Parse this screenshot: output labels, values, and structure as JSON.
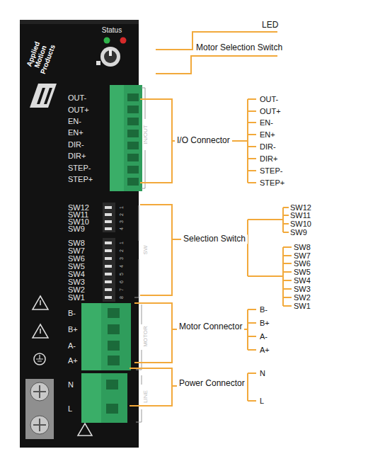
{
  "diagram": {
    "labels": [
      "Status",
      "Applied Motion Products",
      "OUT-",
      "OUT+",
      "EN-",
      "EN+",
      "DIR-",
      "DIR+",
      "STEP-",
      "STEP+",
      "IN/OUT",
      "SW12",
      "SW11",
      "SW10",
      "SW9",
      "1",
      "2",
      "3",
      "4",
      "SW8",
      "SW7",
      "SW6",
      "SW5",
      "SW4",
      "SW3",
      "SW2",
      "SW1",
      "1",
      "2",
      "3",
      "4",
      "5",
      "6",
      "7",
      "8",
      "SW",
      "B-",
      "B+",
      "A-",
      "A+",
      "MOTOR",
      "N",
      "L",
      "LINE",
      "LED",
      "Motor Selection Switch",
      "I/O Connector",
      "OUT-",
      "OUT+",
      "EN-",
      "EN+",
      "DIR-",
      "DIR+",
      "STEP-",
      "STEP+",
      "Selection Switch",
      "SW12",
      "SW11",
      "SW10",
      "SW9",
      "SW8",
      "SW7",
      "SW6",
      "SW5",
      "SW4",
      "SW3",
      "SW2",
      "SW1",
      "Motor Connector",
      "B-",
      "B+",
      "A-",
      "A+",
      "Power Connector",
      "N",
      "L"
    ]
  }
}
